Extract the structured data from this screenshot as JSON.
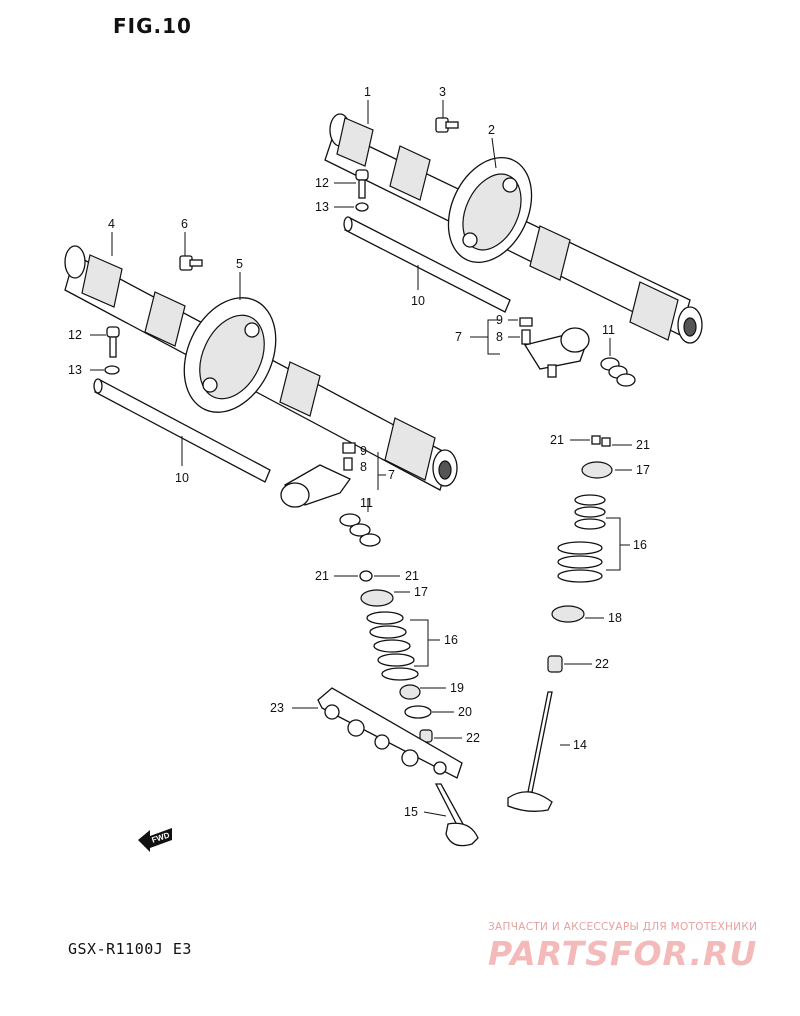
{
  "figure": {
    "title": "FIG.10"
  },
  "model": "GSX-R1100J E3",
  "watermark": {
    "tagline": "ЗАПЧАСТИ И АКСЕССУАРЫ ДЛЯ МОТОТЕХНИКИ",
    "logo_text": "PARTSFOR.RU"
  },
  "fwd_label": "FWD",
  "callouts": {
    "c1": "1",
    "c2": "2",
    "c3": "3",
    "c4": "4",
    "c5": "5",
    "c6": "6",
    "c7a": "7",
    "c7b": "7",
    "c8a": "8",
    "c8b": "8",
    "c9a": "9",
    "c9b": "9",
    "c10a": "10",
    "c10b": "10",
    "c11a": "11",
    "c11b": "11",
    "c12a": "12",
    "c12b": "12",
    "c13a": "13",
    "c13b": "13",
    "c14": "14",
    "c15": "15",
    "c16a": "16",
    "c16b": "16",
    "c17a": "17",
    "c17b": "17",
    "c18": "18",
    "c19": "19",
    "c20": "20",
    "c21a": "21",
    "c21b": "21",
    "c21c": "21",
    "c21d": "21",
    "c22a": "22",
    "c22b": "22",
    "c23": "23"
  }
}
